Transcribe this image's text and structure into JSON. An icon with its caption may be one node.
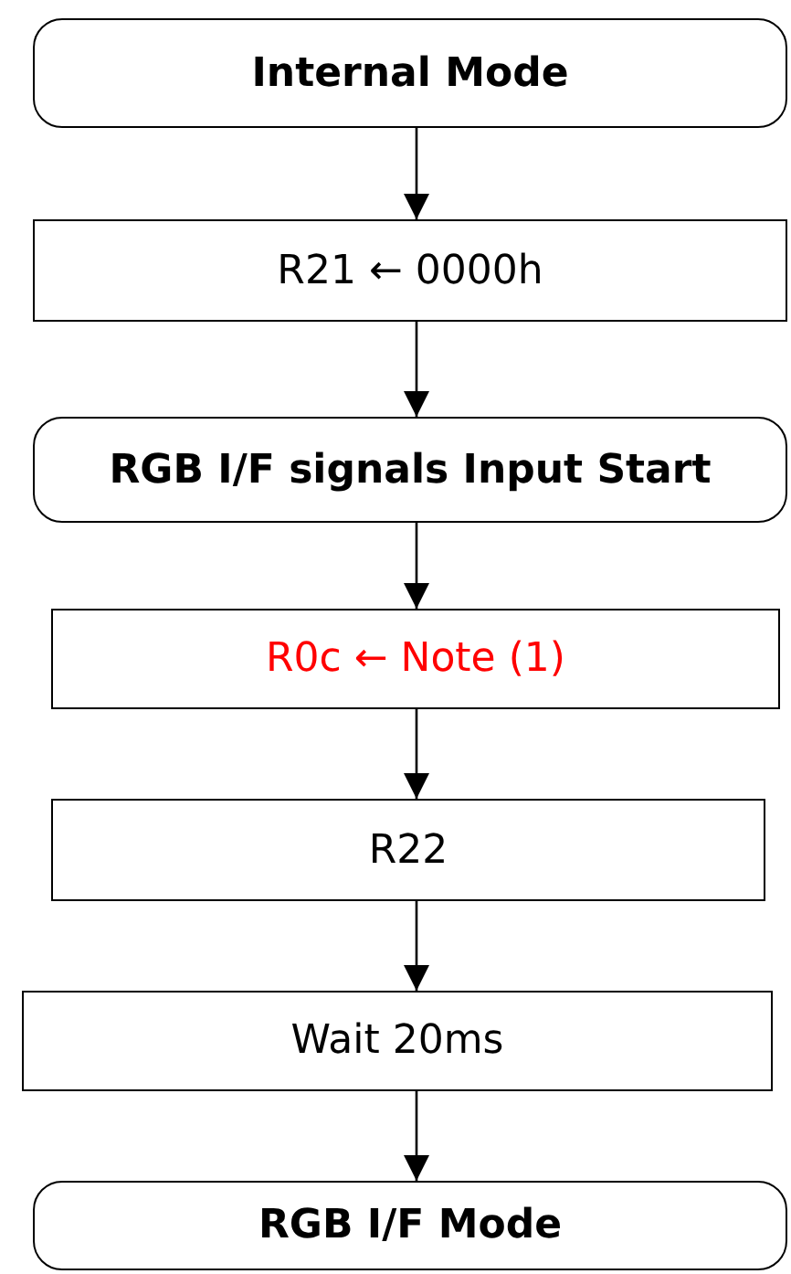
{
  "diagram": {
    "nodes": [
      {
        "text": [
          "Internal Mode"
        ]
      },
      {
        "text": [
          "R21 ← 0000h"
        ]
      },
      {
        "text": [
          "RGB I/F signals Input Start"
        ]
      },
      {
        "text": [
          "R0c ← Note (1)"
        ]
      },
      {
        "text": [
          "R22"
        ]
      },
      {
        "text": [
          "Wait 20ms"
        ]
      },
      {
        "text": [
          "RGB I/F Mode"
        ]
      }
    ],
    "edges": [
      {
        "from": 0,
        "to": 1,
        "arrow": "to"
      },
      {
        "from": 1,
        "to": 2,
        "arrow": "to"
      },
      {
        "from": 2,
        "to": 3,
        "arrow": "to"
      },
      {
        "from": 3,
        "to": 4,
        "arrow": "to"
      },
      {
        "from": 4,
        "to": 5,
        "arrow": "to"
      },
      {
        "from": 5,
        "to": 6,
        "arrow": "to"
      }
    ]
  }
}
